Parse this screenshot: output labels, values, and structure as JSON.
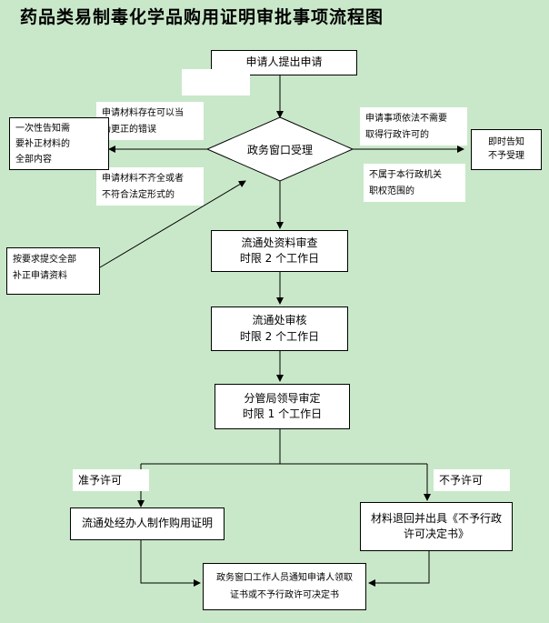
{
  "title": "药品类易制毒化学品购用证明审批事项流程图",
  "nodes": {
    "apply": "申请人提出申请",
    "window_accept": "政务窗口受理",
    "notify_all": "一次性告知需\n要补正材料的\n全部内容",
    "refuse_now": "即时告知\n不予受理",
    "resubmit": "按要求提交全部\n补正申请资料",
    "review": "流通处资料审查\n时限 2 个工作日",
    "audit": "流通处审核\n时限 2 个工作日",
    "leader": "分管局领导审定\n时限 1 个工作日",
    "make_cert": "流通处经办人制作购用证明",
    "return_material": "材料退回并出具《不予行政\n许可决定书》",
    "final_notify": "政务窗口工作人员通知申请人领取\n证书或不予行政许可决定书"
  },
  "notes": {
    "correctable_error": "申请材料存在可以当\n场更正的错误",
    "incomplete": "申请材料不齐全或者\n不符合法定形式的",
    "no_permit_needed": "申请事项依法不需要\n取得行政许可的",
    "out_of_scope": "不属于本行政机关\n职权范围的"
  },
  "labels": {
    "approve": "准予许可",
    "deny": "不予许可"
  }
}
